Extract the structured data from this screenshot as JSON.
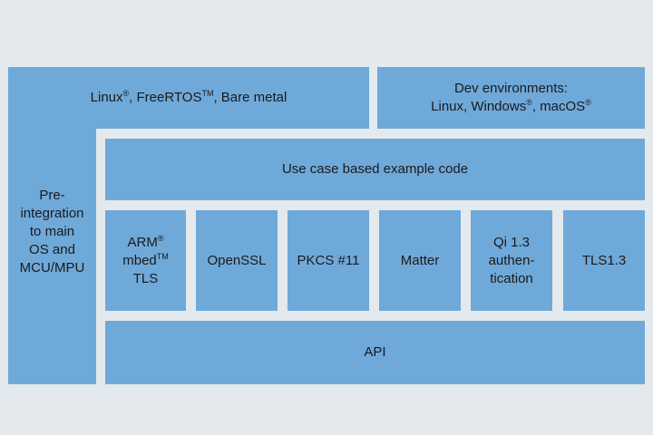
{
  "os_support": {
    "linux": "Linux",
    "linux_mark": "®",
    "freertos": ", FreeRTOS",
    "freertos_mark": "TM",
    "bare_metal": ", Bare metal"
  },
  "pre_integration": {
    "lines": [
      "Pre-",
      "integration",
      "to main",
      "OS and",
      "MCU/MPU"
    ]
  },
  "dev_env": {
    "line1": "Dev environments:",
    "linux": "Linux, Windows",
    "windows_mark": "®",
    "macos": ", macOS",
    "macos_mark": "®"
  },
  "use_case": "Use case based example code",
  "libraries": {
    "arm": {
      "line1": "ARM",
      "line1_mark": "®",
      "line2": "mbed",
      "line2_mark": "TM",
      "line3": "TLS"
    },
    "openssl": "OpenSSL",
    "pkcs": "PKCS #11",
    "matter": "Matter",
    "qi": [
      "Qi 1.3",
      "authen-",
      "tication"
    ],
    "tls": "TLS1.3"
  },
  "api": "API",
  "colors": {
    "background": "#e3e9ec",
    "block": "#6fa9da",
    "text": "#1a1a1a"
  }
}
